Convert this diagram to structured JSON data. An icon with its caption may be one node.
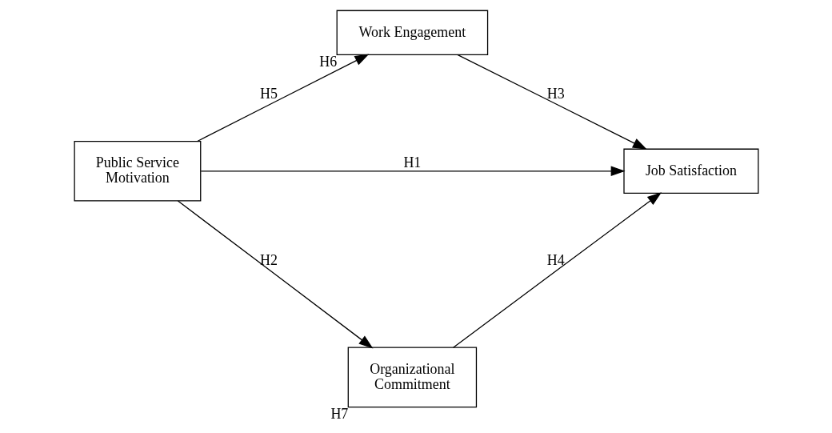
{
  "diagram": {
    "nodes": [
      {
        "text": [
          "Public Service Motivation"
        ]
      },
      {
        "text": [
          "Work Engagement"
        ],
        "beside": [
          "H6"
        ]
      },
      {
        "text": [
          "Job Satisfaction"
        ]
      },
      {
        "text": [
          "Organizational Commitment"
        ],
        "beside": [
          "H7"
        ]
      }
    ],
    "edges": [
      {
        "from": 0,
        "to": 1,
        "arrow": "to",
        "label": "H5"
      },
      {
        "from": 1,
        "to": 2,
        "arrow": "to",
        "label": "H3"
      },
      {
        "from": 0,
        "to": 2,
        "arrow": "to",
        "label": "H1"
      },
      {
        "from": 0,
        "to": 3,
        "arrow": "to",
        "label": "H2"
      },
      {
        "from": 3,
        "to": 2,
        "arrow": "to",
        "label": "H4"
      }
    ]
  }
}
